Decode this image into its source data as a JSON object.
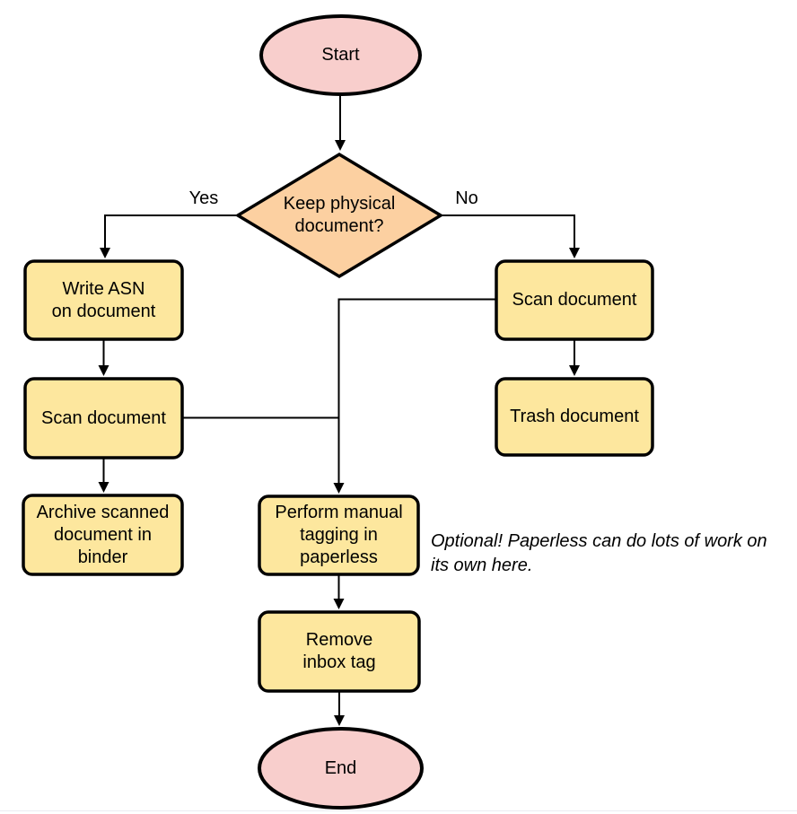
{
  "diagram": {
    "nodes": {
      "start": {
        "label": "Start",
        "type": "terminator"
      },
      "decision": {
        "label": "Keep physical\ndocument?",
        "type": "decision"
      },
      "write_asn": {
        "label": "Write ASN\non document",
        "type": "process"
      },
      "scan_left": {
        "label": "Scan document",
        "type": "process"
      },
      "archive": {
        "label": "Archive scanned\ndocument in\nbinder",
        "type": "process"
      },
      "scan_right": {
        "label": "Scan document",
        "type": "process"
      },
      "trash": {
        "label": "Trash document",
        "type": "process"
      },
      "tagging": {
        "label": "Perform manual\ntagging in\npaperless",
        "type": "process"
      },
      "remove_inbox": {
        "label": "Remove\ninbox tag",
        "type": "process"
      },
      "end": {
        "label": "End",
        "type": "terminator"
      }
    },
    "edges": {
      "yes_label": "Yes",
      "no_label": "No"
    },
    "annotation": "Optional! Paperless can do lots of work on\nits own here.",
    "colors": {
      "terminator_fill": "#f8cecc",
      "decision_fill": "#fcd0a1",
      "process_fill": "#fde79e",
      "stroke": "#000000"
    }
  }
}
